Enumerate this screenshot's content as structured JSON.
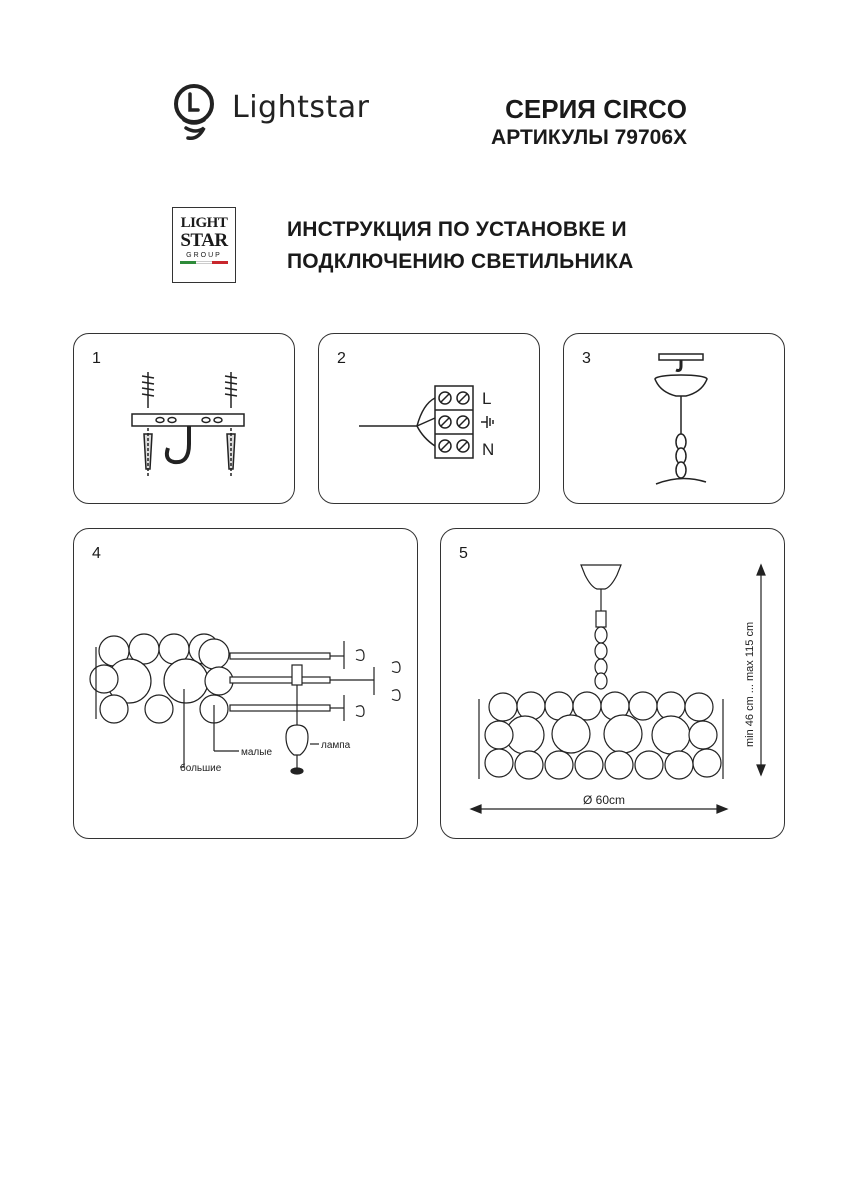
{
  "brand": {
    "name": "Lightstar"
  },
  "series": {
    "line1": "СЕРИЯ CIRCO",
    "line2": "АРТИКУЛЫ 79706X"
  },
  "group_logo": {
    "line1": "LIGHT",
    "line2": "STAR",
    "line3": "GROUP"
  },
  "instruction": {
    "line1": "ИНСТРУКЦИЯ ПО УСТАНОВКЕ И",
    "line2": "ПОДКЛЮЧЕНИЮ СВЕТИЛЬНИКА"
  },
  "panels": [
    {
      "number": "1"
    },
    {
      "number": "2",
      "labels": {
        "live": "L",
        "neutral": "N"
      }
    },
    {
      "number": "3"
    },
    {
      "number": "4",
      "labels": {
        "small": "малые",
        "large": "большие",
        "lamp": "лампа"
      }
    },
    {
      "number": "5",
      "labels": {
        "diameter": "Ø 60cm",
        "height": "min 46 cm ... max 115 cm"
      }
    }
  ],
  "colors": {
    "ink": "#1a1a1a",
    "flag_green": "#2e8b3a",
    "flag_white": "#ffffff",
    "flag_red": "#c8262c"
  }
}
